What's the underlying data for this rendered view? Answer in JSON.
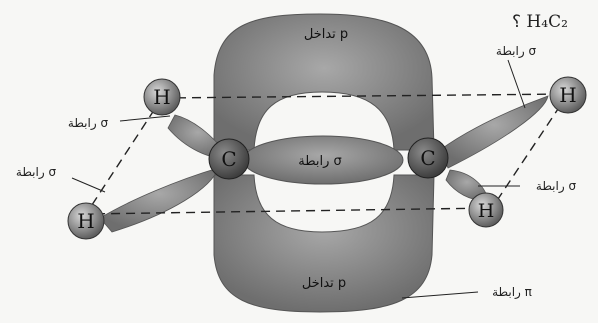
{
  "formula": "؟ H₄C₂",
  "atoms": {
    "hydrogen": "H",
    "carbon": "C"
  },
  "labels": {
    "p_overlap_top": "تداخل p",
    "p_overlap_bottom": "تداخل p",
    "sigma_center": "رابطة σ",
    "sigma_top_left": "رابطة σ",
    "sigma_left": "رابطة σ",
    "sigma_top_right": "رابطة σ",
    "sigma_right": "رابطة σ",
    "pi_bond": "رابطة π"
  },
  "colors": {
    "lobe": "#8c8c8c",
    "lobe_dark": "#6a6a6a",
    "atom": "#9a9a9a",
    "line": "#222222"
  }
}
